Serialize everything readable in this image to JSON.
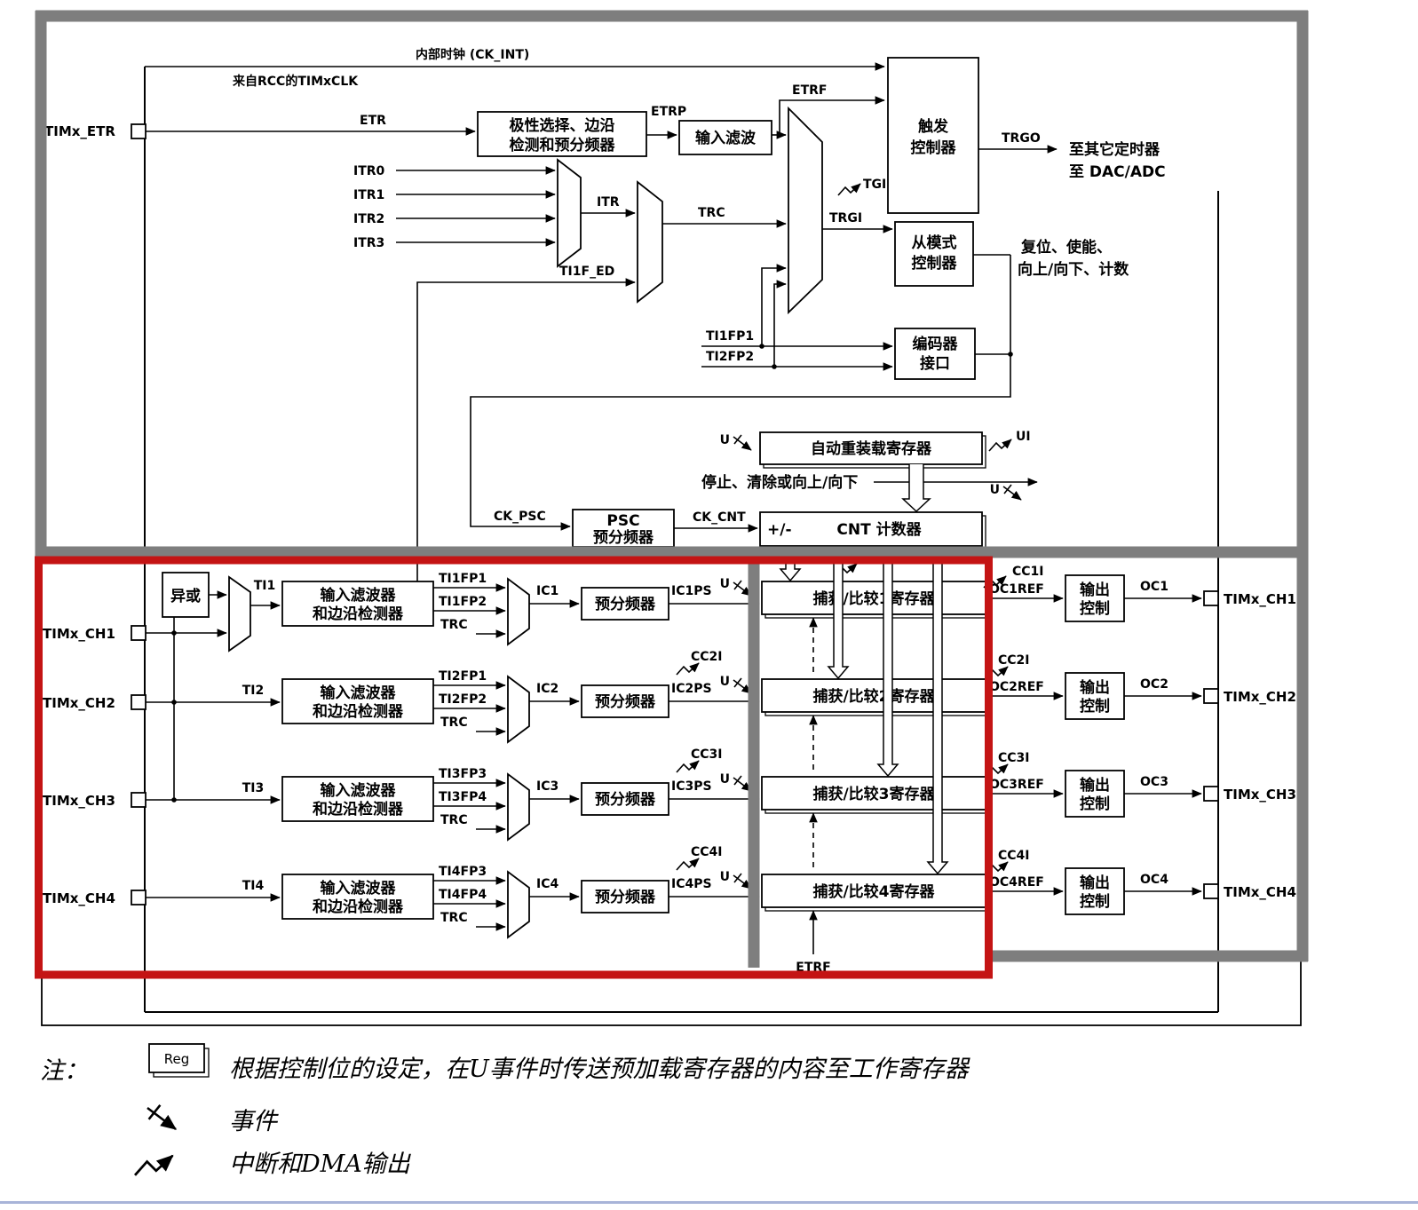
{
  "top": {
    "ck_int": "内部时钟 (CK_INT)",
    "from_rcc": "来自RCC的TIMxCLK",
    "pin_etr": "TIMx_ETR",
    "etr": "ETR",
    "etrp": "ETRP",
    "etrf": "ETRF",
    "pol_l1": "极性选择、边沿",
    "pol_l2": "检测和预分频器",
    "infilter": "输入滤波",
    "itr0": "ITR0",
    "itr1": "ITR1",
    "itr2": "ITR2",
    "itr3": "ITR3",
    "itr": "ITR",
    "ti1f_ed": "TI1F_ED",
    "trc": "TRC",
    "tgi": "TGI",
    "trgi": "TRGI",
    "trig_l1": "触发",
    "trig_l2": "控制器",
    "trgo": "TRGO",
    "dest_l1": "至其它定时器",
    "dest_l2": "至 DAC/ADC",
    "slave_l1": "从模式",
    "slave_l2": "控制器",
    "ctrl_l1": "复位、使能、",
    "ctrl_l2": "向上/向下、计数",
    "enc_l1": "编码器",
    "enc_l2": "接口",
    "ti1fp1": "TI1FP1",
    "ti2fp2": "TI2FP2",
    "u": "U",
    "ui": "UI",
    "autoreload": "自动重装载寄存器",
    "stop_clear": "停止、清除或向上/向下",
    "ck_psc": "CK_PSC",
    "psc_l1": "PSC",
    "psc_l2": "预分频器",
    "ck_cnt": "CK_CNT",
    "plusminus": "+/-",
    "cnt": "CNT 计数器",
    "xor": "异或",
    "etrf_bottom": "ETRF"
  },
  "channels": [
    {
      "pin_in": "TIMx_CH1",
      "ti": "TI1",
      "f_l1": "输入滤波器",
      "f_l2": "和边沿检测器",
      "fp1": "TI1FP1",
      "fp2": "TI1FP2",
      "trc": "TRC",
      "ic": "IC1",
      "psc": "预分频器",
      "icps": "IC1PS",
      "u": "U",
      "cci": "CC1I",
      "reg": "捕获/比较1寄存器",
      "ocref": "OC1REF",
      "oc_l1": "输出",
      "oc_l2": "控制",
      "oc": "OC1",
      "pin_out": "TIMx_CH1"
    },
    {
      "pin_in": "TIMx_CH2",
      "ti": "TI2",
      "f_l1": "输入滤波器",
      "f_l2": "和边沿检测器",
      "fp1": "TI2FP1",
      "fp2": "TI2FP2",
      "trc": "TRC",
      "ic": "IC2",
      "psc": "预分频器",
      "icps": "IC2PS",
      "u": "U",
      "cci": "CC2I",
      "reg": "捕获/比较2寄存器",
      "ocref": "OC2REF",
      "oc_l1": "输出",
      "oc_l2": "控制",
      "oc": "OC2",
      "pin_out": "TIMx_CH2"
    },
    {
      "pin_in": "TIMx_CH3",
      "ti": "TI3",
      "f_l1": "输入滤波器",
      "f_l2": "和边沿检测器",
      "fp1": "TI3FP3",
      "fp2": "TI3FP4",
      "trc": "TRC",
      "ic": "IC3",
      "psc": "预分频器",
      "icps": "IC3PS",
      "u": "U",
      "cci": "CC3I",
      "reg": "捕获/比较3寄存器",
      "ocref": "OC3REF",
      "oc_l1": "输出",
      "oc_l2": "控制",
      "oc": "OC3",
      "pin_out": "TIMx_CH3"
    },
    {
      "pin_in": "TIMx_CH4",
      "ti": "TI4",
      "f_l1": "输入滤波器",
      "f_l2": "和边沿检测器",
      "fp1": "TI4FP3",
      "fp2": "TI4FP4",
      "trc": "TRC",
      "ic": "IC4",
      "psc": "预分频器",
      "icps": "IC4PS",
      "u": "U",
      "cci": "CC4I",
      "reg": "捕获/比较4寄存器",
      "ocref": "OC4REF",
      "oc_l1": "输出",
      "oc_l2": "控制",
      "oc": "OC4",
      "pin_out": "TIMx_CH4"
    }
  ],
  "legend": {
    "note": "注：",
    "reg": "Reg",
    "rule": "根据控制位的设定，在U事件时传送预加载寄存器的内容至工作寄存器",
    "event": "事件",
    "irq": "中断和DMA输出"
  },
  "colors": {
    "highlight_red": "#c41414",
    "frame_gray": "#7e7e7e",
    "footer_rule_blue": "#a8b4d8"
  }
}
